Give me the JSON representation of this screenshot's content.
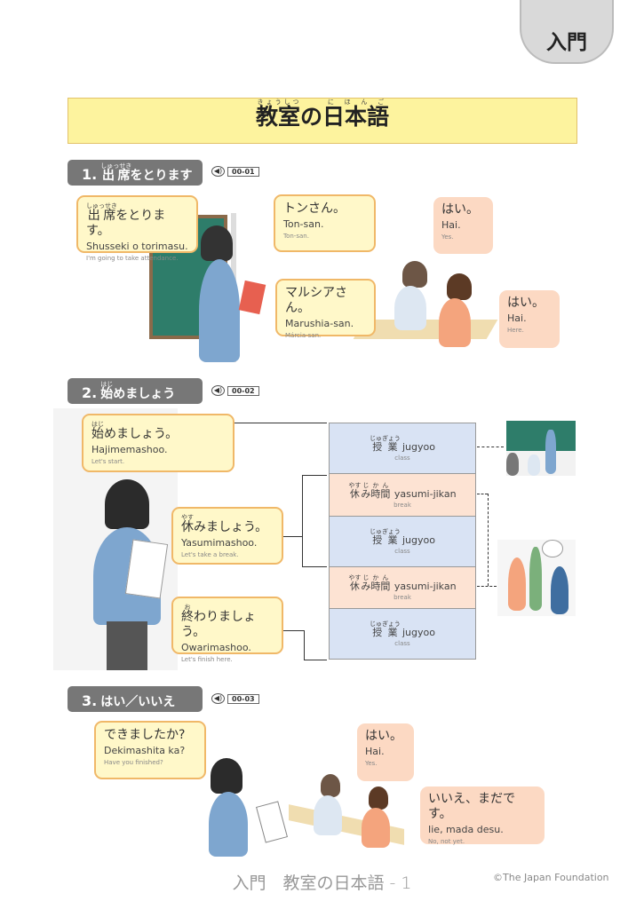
{
  "corner_tab": "入門",
  "title": {
    "kanji1": "教室",
    "ruby1": "きょうしつ",
    "mid": "の",
    "kanji2": "日本語",
    "ruby2": "にほんご"
  },
  "sections": [
    {
      "num": "1.",
      "kanji": "出席",
      "ruby": "しゅっせき",
      "rest": "をとります",
      "audio": "00-01"
    },
    {
      "num": "2.",
      "kanji": "始",
      "ruby": "はじ",
      "rest": "めましょう",
      "audio": "00-02"
    },
    {
      "num": "3.",
      "kanji": "",
      "ruby": "",
      "rest": "はい／いいえ",
      "audio": "00-03"
    }
  ],
  "s1": {
    "bubbles": [
      {
        "kanji": "出席",
        "ruby": "しゅっせき",
        "jp": "をとります。",
        "ro": "Shusseki o torimasu.",
        "en": "I'm going to take attendance."
      },
      {
        "jp": "トンさん。",
        "ro": "Ton-san.",
        "en": "Ton-san."
      },
      {
        "jp": "マルシアさん。",
        "ro": "Marushia-san.",
        "en": "Márcia-san."
      },
      {
        "jp": "はい。",
        "ro": "Hai.",
        "en": "Yes."
      },
      {
        "jp": "はい。",
        "ro": "Hai.",
        "en": "Here."
      }
    ]
  },
  "s2": {
    "bubbles": [
      {
        "kanji": "始",
        "ruby": "はじ",
        "jp": "めましょう。",
        "ro": "Hajimemashoo.",
        "en": "Let's start."
      },
      {
        "kanji": "休",
        "ruby": "やす",
        "jp": "みましょう。",
        "ro": "Yasumimashoo.",
        "en": "Let's take a break."
      },
      {
        "kanji": "終",
        "ruby": "お",
        "jp": "わりましょう。",
        "ro": "Owarimashoo.",
        "en": "Let's finish here."
      }
    ],
    "schedule": [
      {
        "k1": "授業",
        "r1": "じゅぎょう",
        "k2": "",
        "r2": "",
        "ro": "jugyoo",
        "en": "class",
        "type": "class"
      },
      {
        "k1": "休",
        "r1": "やす",
        "k2": "み時間",
        "r2": "じかん",
        "ro": "yasumi-jikan",
        "en": "break",
        "type": "break"
      },
      {
        "k1": "授業",
        "r1": "じゅぎょう",
        "k2": "",
        "r2": "",
        "ro": "jugyoo",
        "en": "class",
        "type": "class"
      },
      {
        "k1": "休",
        "r1": "やす",
        "k2": "み時間",
        "r2": "じかん",
        "ro": "yasumi-jikan",
        "en": "break",
        "type": "break"
      },
      {
        "k1": "授業",
        "r1": "じゅぎょう",
        "k2": "",
        "r2": "",
        "ro": "jugyoo",
        "en": "class",
        "type": "class"
      }
    ]
  },
  "s3": {
    "bubbles": [
      {
        "jp": "できましたか?",
        "ro": "Dekimashita ka?",
        "en": "Have you finished?"
      },
      {
        "jp": "はい。",
        "ro": "Hai.",
        "en": "Yes."
      },
      {
        "jp": "いいえ、まだです。",
        "ro": "Iie, mada desu.",
        "en": "No, not yet."
      }
    ]
  },
  "footer": {
    "text": "入門　教室の日本語 - 1",
    "copyright": "©The Japan Foundation"
  },
  "colors": {
    "banner": "#fdf39e",
    "bubble_yellow": "#fff8c9",
    "bubble_peach": "#fcd9c3",
    "class": "#d9e3f4",
    "break": "#fde3d3"
  }
}
